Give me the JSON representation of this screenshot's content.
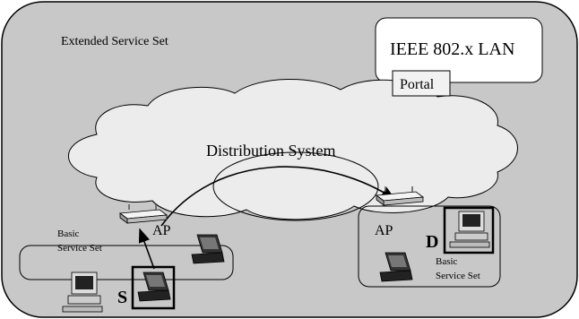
{
  "diagram": {
    "ess_label": "Extended Service Set",
    "lan_label": "IEEE 802.x LAN",
    "portal_label": "Portal",
    "ds_label": "Distribution System",
    "ap_left_label": "AP",
    "ap_right_label": "AP",
    "bss_left_label_line1": "Basic",
    "bss_left_label_line2": "Service Set",
    "bss_right_label_line1": "Basic",
    "bss_right_label_line2": "Service Set",
    "source_label": "S",
    "dest_label": "D"
  },
  "colors": {
    "ess_fill": "#c8c8c8",
    "cloud_fill": "#ececec",
    "lan_fill": "#ffffff",
    "stroke": "#000000"
  },
  "icons": [
    "laptop-icon",
    "desktop-computer-icon",
    "access-point-icon"
  ]
}
